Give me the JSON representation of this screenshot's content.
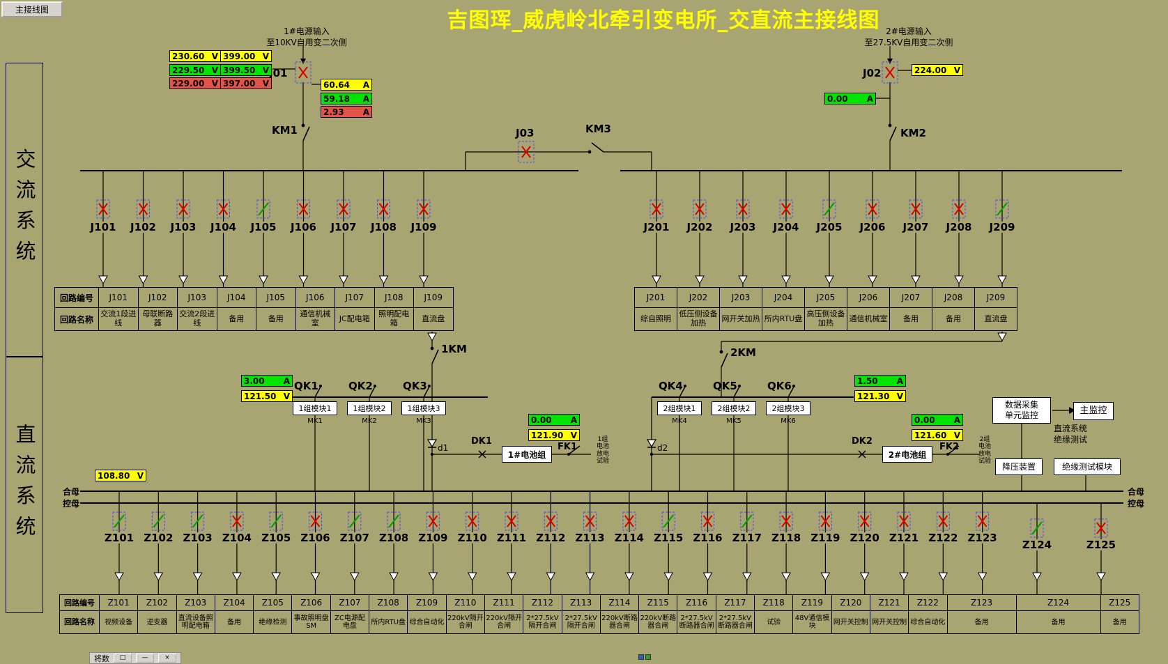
{
  "window": {
    "title_button": "主接线图"
  },
  "title": "吉图珲_威虎岭北牵引变电所_交直流主接线图",
  "sidebar": {
    "ac_system": "交流系统",
    "dc_system": "直流系统"
  },
  "sources": {
    "input1": "1#电源输入\n至10KV自用变二次侧",
    "input2": "2#电源输入\n至27.5KV自用变二次侧"
  },
  "labels": {
    "j01": "J01",
    "j02": "J02",
    "j03": "J03",
    "km1": "KM1",
    "km2": "KM2",
    "km3": "KM3",
    "km_dc1": "1KM",
    "km_dc2": "2KM",
    "qk": [
      "QK1",
      "QK2",
      "QK3",
      "QK4",
      "QK5",
      "QK6"
    ],
    "dk1": "DK1",
    "fk1": "FK1",
    "dk2": "DK2",
    "fk2": "FK2",
    "d1": "d1",
    "d2": "d2",
    "bus_closing": "合母",
    "bus_control": "控母"
  },
  "meters": {
    "ac1_v_yellow": {
      "value": "230.60",
      "unit": "V"
    },
    "ac1_v_green": {
      "value": "229.50",
      "unit": "V"
    },
    "ac1_v_red": {
      "value": "229.00",
      "unit": "V"
    },
    "ac1_v2_yellow": {
      "value": "399.00",
      "unit": "V"
    },
    "ac1_v2_green": {
      "value": "399.50",
      "unit": "V"
    },
    "ac1_v2_red": {
      "value": "397.00",
      "unit": "V"
    },
    "ac1_a_yellow": {
      "value": "60.64",
      "unit": "A"
    },
    "ac1_a_green": {
      "value": "59.18",
      "unit": "A"
    },
    "ac1_a_red": {
      "value": "2.93",
      "unit": "A"
    },
    "ac2_v_yellow": {
      "value": "224.00",
      "unit": "V"
    },
    "ac2_a_green": {
      "value": "0.00",
      "unit": "A"
    },
    "dc1_a": {
      "value": "3.00",
      "unit": "A"
    },
    "dc1_v": {
      "value": "121.50",
      "unit": "V"
    },
    "dc2_a": {
      "value": "1.50",
      "unit": "A"
    },
    "dc2_v": {
      "value": "121.30",
      "unit": "V"
    },
    "bat1_a": {
      "value": "0.00",
      "unit": "A"
    },
    "bat1_v": {
      "value": "121.90",
      "unit": "V"
    },
    "bat2_a": {
      "value": "0.00",
      "unit": "A"
    },
    "bat2_v": {
      "value": "121.60",
      "unit": "V"
    },
    "dc_bus_v": {
      "value": "108.80",
      "unit": "V"
    }
  },
  "table_headers": {
    "id": "回路编号",
    "name": "回路名称"
  },
  "ac_left": {
    "feeders": [
      {
        "id": "J101",
        "state": "closed"
      },
      {
        "id": "J102",
        "state": "closed"
      },
      {
        "id": "J103",
        "state": "closed"
      },
      {
        "id": "J104",
        "state": "closed"
      },
      {
        "id": "J105",
        "state": "open"
      },
      {
        "id": "J106",
        "state": "closed"
      },
      {
        "id": "J107",
        "state": "closed"
      },
      {
        "id": "J108",
        "state": "closed"
      },
      {
        "id": "J109",
        "state": "closed"
      }
    ],
    "names": [
      "交流1段进线",
      "母联断路器",
      "交流2段进线",
      "备用",
      "备用",
      "通信机械室",
      "JC配电箱",
      "照明配电箱",
      "直流盘"
    ]
  },
  "ac_right": {
    "feeders": [
      {
        "id": "J201",
        "state": "closed"
      },
      {
        "id": "J202",
        "state": "closed"
      },
      {
        "id": "J203",
        "state": "closed"
      },
      {
        "id": "J204",
        "state": "closed"
      },
      {
        "id": "J205",
        "state": "open"
      },
      {
        "id": "J206",
        "state": "closed"
      },
      {
        "id": "J207",
        "state": "closed"
      },
      {
        "id": "J208",
        "state": "closed"
      },
      {
        "id": "J209",
        "state": "open"
      }
    ],
    "names": [
      "综自照明",
      "低压侧设备加热",
      "网开关加热",
      "所内RTU盘",
      "高压侧设备加热",
      "通信机械室",
      "备用",
      "备用",
      "直流盘"
    ]
  },
  "dc": {
    "modules": [
      {
        "label": "1组模块1",
        "code": "MK1"
      },
      {
        "label": "1组模块2",
        "code": "MK2"
      },
      {
        "label": "1组模块3",
        "code": "MK3"
      },
      {
        "label": "2组模块1",
        "code": "MK4"
      },
      {
        "label": "2组模块2",
        "code": "MK5"
      },
      {
        "label": "2组模块3",
        "code": "MK6"
      }
    ],
    "battery1": "1#电池组",
    "battery2": "2#电池组",
    "battery_test1": "1组\n电池\n放电\n试验",
    "battery_test2": "2组\n电池\n放电\n试验",
    "daq": "数据采集\n单元监控",
    "main_monitor": "主监控",
    "insulation_note": "直流系统\n绝缘测试",
    "buck_device": "降压装置",
    "insulation_module": "绝缘测试模块"
  },
  "dc_feeders": {
    "feeders": [
      {
        "id": "Z101",
        "state": "open"
      },
      {
        "id": "Z102",
        "state": "open"
      },
      {
        "id": "Z103",
        "state": "open"
      },
      {
        "id": "Z104",
        "state": "closed"
      },
      {
        "id": "Z105",
        "state": "open"
      },
      {
        "id": "Z106",
        "state": "closed"
      },
      {
        "id": "Z107",
        "state": "open"
      },
      {
        "id": "Z108",
        "state": "open"
      },
      {
        "id": "Z109",
        "state": "closed"
      },
      {
        "id": "Z110",
        "state": "closed"
      },
      {
        "id": "Z111",
        "state": "closed"
      },
      {
        "id": "Z112",
        "state": "closed"
      },
      {
        "id": "Z113",
        "state": "closed"
      },
      {
        "id": "Z114",
        "state": "closed"
      },
      {
        "id": "Z115",
        "state": "open"
      },
      {
        "id": "Z116",
        "state": "closed"
      },
      {
        "id": "Z117",
        "state": "open"
      },
      {
        "id": "Z118",
        "state": "closed"
      },
      {
        "id": "Z119",
        "state": "closed"
      },
      {
        "id": "Z120",
        "state": "closed"
      },
      {
        "id": "Z121",
        "state": "closed"
      },
      {
        "id": "Z122",
        "state": "closed"
      },
      {
        "id": "Z123",
        "state": "closed"
      },
      {
        "id": "Z124",
        "state": "open"
      },
      {
        "id": "Z125",
        "state": "closed"
      }
    ],
    "names": [
      "视频设备",
      "逆变器",
      "直流设备照明配电箱",
      "备用",
      "绝缘检测",
      "事故照明盘SM",
      "ZC电源配电盘",
      "所内RTU盘",
      "综合自动化",
      "220kV隔开合闸",
      "220kV隔开合闸",
      "2*27.5kV隔开合闸",
      "2*27.5kV隔开合闸",
      "220kV断路器合闸",
      "220kV断路器合闸",
      "2*27.5kV断路器合闸",
      "2*27.5kV断路器合闸",
      "试验",
      "48V通信模块",
      "网开关控制",
      "网开关控制",
      "综合自动化",
      "备用",
      "备用",
      "备用"
    ]
  },
  "fragments": {
    "taskbar_label": "将数",
    "taskbar_icons": [
      "□",
      "—",
      "×"
    ]
  },
  "colors": {
    "background": "#a9a573",
    "title": "#ffff00",
    "meter_yellow": "#ffff00",
    "meter_green": "#00e400",
    "meter_red": "#e2544a",
    "closed_symbol": "#dd0000",
    "open_symbol": "#00a000",
    "symbol_box": "#4a4ae8"
  }
}
